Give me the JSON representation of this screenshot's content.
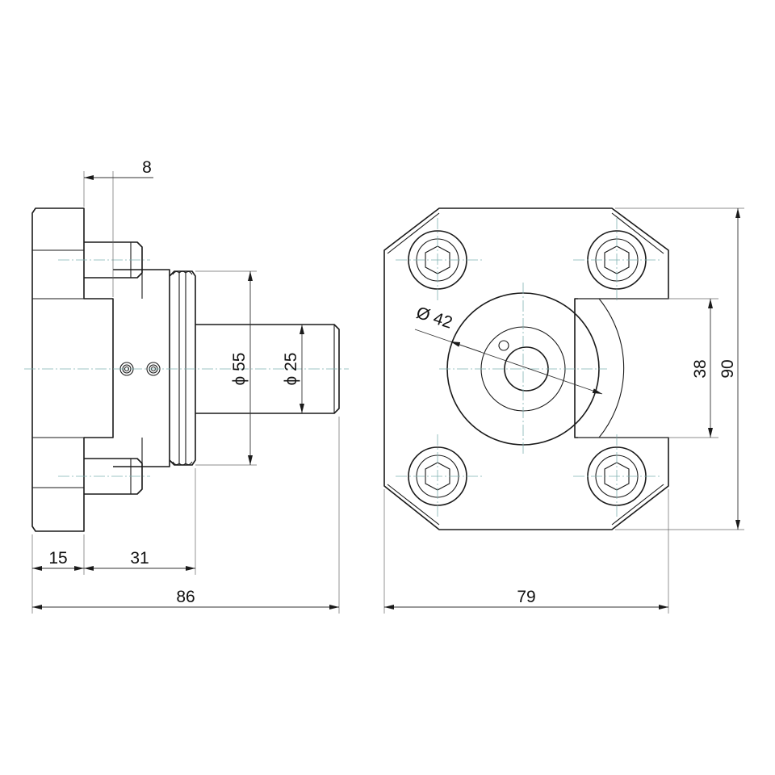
{
  "dimensions": {
    "top_offset": "8",
    "flange_width": "15",
    "body_length": "31",
    "total_length": "86",
    "diameter_large": "ϕ 55",
    "diameter_small": "ϕ 25",
    "diameter_bolt": "Ø 42",
    "total_width": "79",
    "slot_height": "38",
    "total_height": "90"
  },
  "colors": {
    "line": "#1a1a1a",
    "centerline": "#7fb3b3"
  }
}
